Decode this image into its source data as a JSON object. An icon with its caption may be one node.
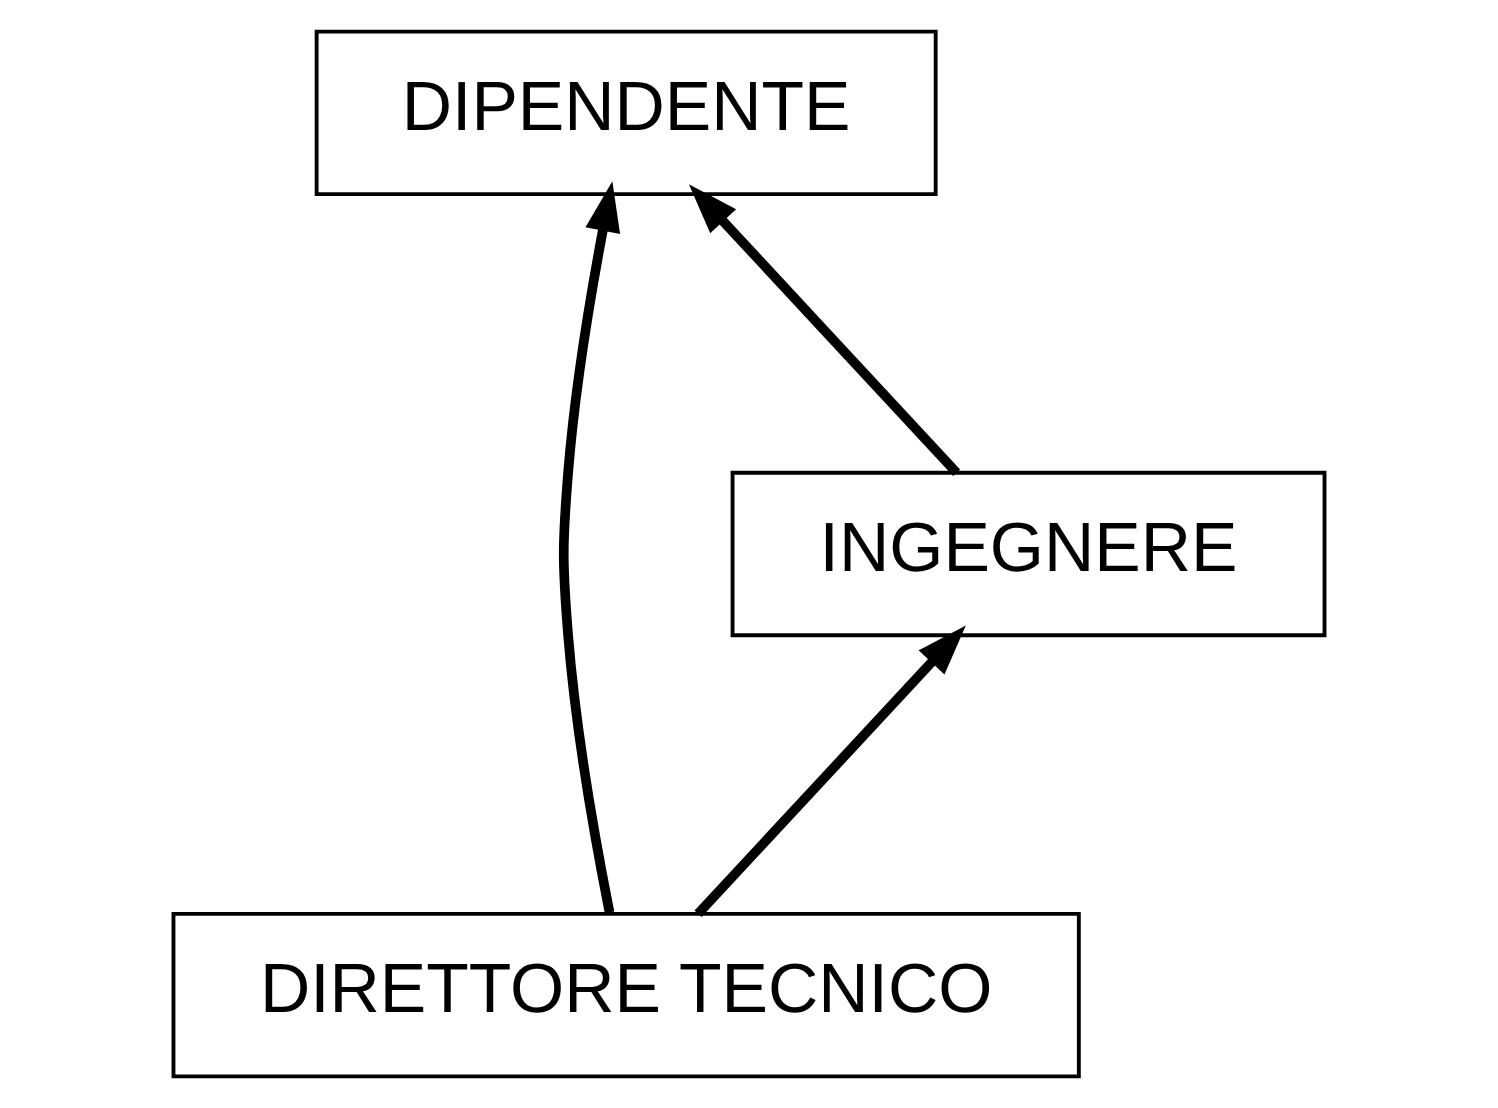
{
  "diagram": {
    "nodes": [
      {
        "text": [
          "DIPENDENTE"
        ]
      },
      {
        "text": [
          "INGEGNERE"
        ]
      },
      {
        "text": [
          "DIRETTORE TECNICO"
        ]
      }
    ],
    "edges": [
      {
        "from": 1,
        "to": 0,
        "arrow": "to"
      },
      {
        "from": 2,
        "to": 0,
        "arrow": "to"
      },
      {
        "from": 2,
        "to": 1,
        "arrow": "to"
      }
    ]
  }
}
